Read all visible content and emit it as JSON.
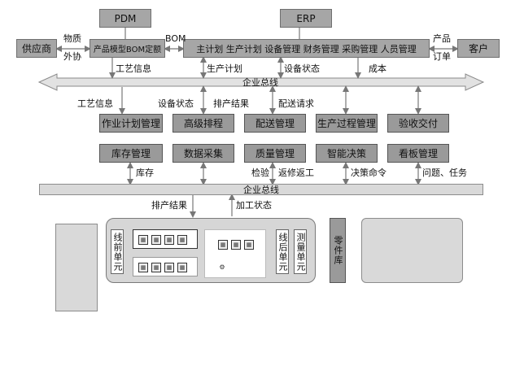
{
  "systems": {
    "pdm": "PDM",
    "erp": "ERP"
  },
  "top_row": {
    "supplier": "供应商",
    "bom": "产品模型BOM定额",
    "erp_modules": "主计划 生产计划 设备管理 财务管理 采购管理 人员管理",
    "customer": "客户"
  },
  "top_labels": {
    "material": "物质",
    "outsourcing": "外协",
    "bom": "BOM",
    "product": "产品",
    "order": "订单"
  },
  "mid_labels_upper": {
    "process_info": "工艺信息",
    "production_plan": "生产计划",
    "equipment_status": "设备状态",
    "cost": "成本"
  },
  "bus": {
    "upper": "企业总线",
    "lower": "企业总线"
  },
  "mid_labels_lower": {
    "process_info": "工艺信息",
    "equipment_status": "设备状态",
    "schedule_result": "排产结果",
    "delivery_request": "配送请求"
  },
  "modules_row1": [
    "作业计划管理",
    "高级排程",
    "配送管理",
    "生产过程管理",
    "验收交付"
  ],
  "modules_row2": [
    "库存管理",
    "数据采集",
    "质量管理",
    "智能决策",
    "看板管理"
  ],
  "row2_labels": {
    "inventory": "库存",
    "inspection": "检验",
    "rework": "返修返工",
    "decision_cmd": "决策命令",
    "issues_tasks": "问题、任务"
  },
  "bottom_labels": {
    "schedule_result": "排产结果",
    "process_status": "加工状态"
  },
  "units": {
    "pre_line": "线前单元",
    "post_line": "线后单元",
    "measurement": "测量单元",
    "parts_warehouse": "零件库"
  }
}
